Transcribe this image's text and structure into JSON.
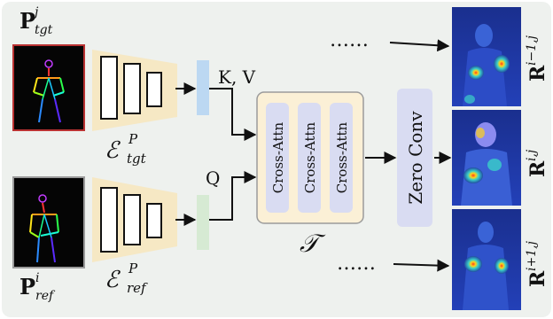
{
  "labels": {
    "p_tgt_main": "P",
    "p_tgt_sup": "j",
    "p_tgt_sub": "tgt",
    "p_ref_main": "P",
    "p_ref_sup": "i",
    "p_ref_sub": "ref",
    "enc_tgt_main": "ℰ",
    "enc_tgt_sup": "P",
    "enc_tgt_sub": "tgt",
    "enc_ref_main": "ℰ",
    "enc_ref_sup": "P",
    "enc_ref_sub": "ref",
    "kv": "K, V",
    "q": "Q",
    "cross_attn_1": "Cross-Attn",
    "cross_attn_2": "Cross-Attn",
    "cross_attn_3": "Cross-Attn",
    "t_symbol": "𝒯",
    "zero_conv": "Zero Conv",
    "dots_top": "……",
    "dots_bottom": "……",
    "r_prev_main": "R",
    "r_prev_sup": "i−1,j",
    "r_mid_main": "R",
    "r_mid_sup": "i,j",
    "r_next_main": "R",
    "r_next_sup": "i+1,j"
  },
  "colors": {
    "background": "#eef1ee",
    "encoder_fill": "#f6e8c4",
    "k_token": "#bcd8f2",
    "q_token": "#d6ead3",
    "t_box": "#fbf0d6",
    "attn_block": "#d9dcf2",
    "zero_conv": "#d9dcf2",
    "pose_border_tgt": "#b93232",
    "pose_border_ref": "#9a9a9a"
  }
}
